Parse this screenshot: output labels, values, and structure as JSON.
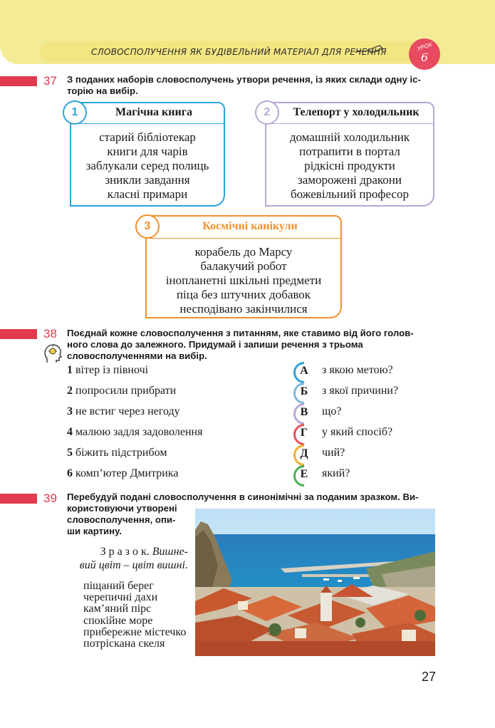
{
  "header": {
    "title": "СЛОВОСПОЛУЧЕННЯ ЯК БУДІВЕЛЬНИЙ МАТЕРІАЛ ДЛЯ РЕЧЕННЯ",
    "lesson_word": "УРОК",
    "lesson_number": "6"
  },
  "task37": {
    "number": "37",
    "instruction_line1": "З поданих наборів словосполучень утвори речення, із яких склади одну іс-",
    "instruction_line2": "торію на вибір.",
    "sets": [
      {
        "num": "1",
        "title": "Магічна книга",
        "items": [
          "старий бібліотекар",
          "книги для чарів",
          "заблукали серед полиць",
          "зникли завдання",
          "класні примари"
        ],
        "color": "#2aa3dc"
      },
      {
        "num": "2",
        "title": "Телепорт у холодильник",
        "items": [
          "домашній холодильник",
          "потрапити в портал",
          "рідкісні продукти",
          "заморожені дракони",
          "божевільний професор"
        ],
        "color": "#b9a7d4"
      },
      {
        "num": "3",
        "title": "Космічні канікули",
        "items": [
          "корабель до Марсу",
          "балакучий робот",
          "інопланетні шкільні предмети",
          "піца без штучних добавок",
          "несподівано закінчилися"
        ],
        "color": "#f0902c"
      }
    ]
  },
  "task38": {
    "number": "38",
    "instruction_line1": "Поєднай кожне словосполучення з питанням, яке ставимо від його голов-",
    "instruction_line2": "ного слова до залежного. Придумай і запиши речення з трьома",
    "instruction_line3": "словосполученнями на вибір.",
    "icon": "lightbulb-head-icon",
    "phrases": [
      {
        "num": "1",
        "text": "вітер із півночі"
      },
      {
        "num": "2",
        "text": "попросили прибрати"
      },
      {
        "num": "3",
        "text": "не встиг через негоду"
      },
      {
        "num": "4",
        "text": "малюю задля задоволення"
      },
      {
        "num": "5",
        "text": "біжить підстрибом"
      },
      {
        "num": "6",
        "text": "комп’ютер Дмитрика"
      }
    ],
    "questions": [
      {
        "letter": "А",
        "text": "з якою метою?",
        "color": "#2aa3dc"
      },
      {
        "letter": "Б",
        "text": "з якої причини?",
        "color": "#7fb8e0"
      },
      {
        "letter": "В",
        "text": "що?",
        "color": "#b9a7d4"
      },
      {
        "letter": "Г",
        "text": "у який спосіб?",
        "color": "#e8505b"
      },
      {
        "letter": "Д",
        "text": "чий?",
        "color": "#f0b12c"
      },
      {
        "letter": "Е",
        "text": "який?",
        "color": "#4caf50"
      }
    ]
  },
  "task39": {
    "number": "39",
    "instruction_line1": "Перебудуй подані словосполучення в синонімічні за поданим зразком. Ви-",
    "instruction_line2": "користовуючи утворені",
    "instruction_line3": "словосполучення, опи-",
    "instruction_line4": "ши картину.",
    "sample_label": "З р а з о к.",
    "sample_line1": "Вишне-",
    "sample_line2": "вий цвіт – цвіт вишні.",
    "phrases": [
      "піщаний берег",
      "черепичні дахи",
      "кам’яний пірс",
      "спокійне море",
      "прибережне містечко",
      "потріскана скеля"
    ]
  },
  "page_number": "27"
}
